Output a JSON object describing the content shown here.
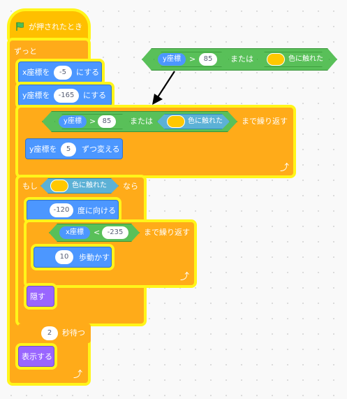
{
  "hat": {
    "label": "が押されたとき",
    "flag_color": "#4cbf56"
  },
  "forever": {
    "label": "ずっと"
  },
  "set_x": {
    "label": "x座標を",
    "value": "-5",
    "suffix": "にする"
  },
  "set_y": {
    "label": "y座標を",
    "value": "-165",
    "suffix": "にする"
  },
  "repeat_until_1": {
    "suffix": "まで繰り返す"
  },
  "condition_1": {
    "reporter": "y座標",
    "op": ">",
    "value": "85",
    "joiner": "または",
    "color_label": "色に触れた",
    "color": "#ffc800"
  },
  "change_y": {
    "label": "y座標を",
    "value": "5",
    "suffix": "ずつ変える"
  },
  "if_block": {
    "prefix": "もし",
    "color_label": "色に触れた",
    "suffix": "なら",
    "color": "#ffc800"
  },
  "point_dir": {
    "value": "-120",
    "suffix": "度に向ける"
  },
  "repeat_until_2": {
    "reporter": "x座標",
    "op": "<",
    "value": "-235",
    "suffix": "まで繰り返す"
  },
  "move": {
    "value": "10",
    "suffix": "歩動かす"
  },
  "hide": {
    "label": "隠す"
  },
  "wait": {
    "value": "2",
    "suffix": "秒待つ"
  },
  "show": {
    "label": "表示する"
  },
  "floating_condition": {
    "reporter": "y座標",
    "op": ">",
    "value": "85",
    "joiner": "または",
    "color_label": "色に触れた",
    "color": "#ffc800"
  },
  "colors": {
    "events": "#ffbf00",
    "control": "#ffab19",
    "motion": "#4c97ff",
    "looks": "#9966ff",
    "operators": "#59c059",
    "sensing": "#5cb1d6",
    "highlight": "#fff51a"
  },
  "icons": [
    "green-flag-icon",
    "repeat-arrow-icon",
    "arrow-annotation"
  ]
}
